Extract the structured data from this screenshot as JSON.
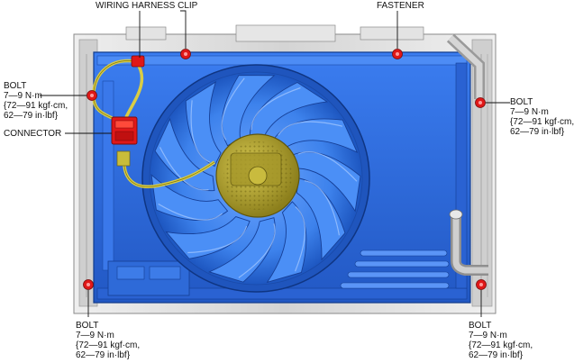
{
  "labels": {
    "wiring_harness_clip": "WIRING HARNESS CLIP",
    "fastener": "FASTENER",
    "connector": "CONNECTOR",
    "bolt_top_left": {
      "name": "BOLT",
      "torque": "7—9 N·m",
      "kgf": "{72—91 kgf·cm,",
      "inlbf": "62—79 in·lbf}"
    },
    "bolt_top_right": {
      "name": "BOLT",
      "torque": "7—9 N·m",
      "kgf": "{72—91 kgf·cm,",
      "inlbf": "62—79 in·lbf}"
    },
    "bolt_bottom_left": {
      "name": "BOLT",
      "torque": "7—9 N·m",
      "kgf": "{72—91 kgf·cm,",
      "inlbf": "62—79 in·lbf}"
    },
    "bolt_bottom_right": {
      "name": "BOLT",
      "torque": "7—9 N·m",
      "kgf": "{72—91 kgf·cm,",
      "inlbf": "62—79 in·lbf}"
    }
  },
  "colors": {
    "shroud": "#2f6fe0",
    "shroud_dark": "#1a4aa8",
    "fan": "#3a82ee",
    "motor": "#b5a531",
    "harness": "#c8bc3a",
    "connector": "#e01818",
    "bolt": "#e01818",
    "frame": "#d9d9d9"
  }
}
